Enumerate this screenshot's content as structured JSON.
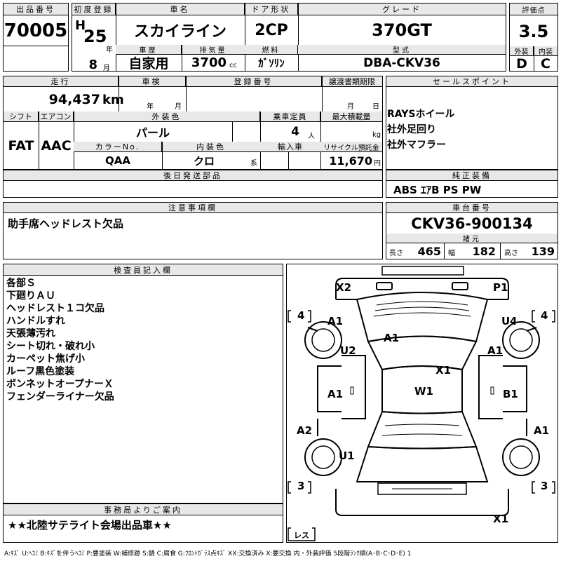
{
  "lot": {
    "label": "出品番号",
    "value": "70005"
  },
  "first_reg": {
    "label": "初度登録",
    "era": "H",
    "year": "25",
    "year_unit": "年",
    "month": "8",
    "month_unit": "月"
  },
  "car_name": {
    "label": "車名",
    "value": "スカイライン"
  },
  "door": {
    "label": "ドア形状",
    "value": "2CP"
  },
  "grade": {
    "label": "グレード",
    "value": "370GT"
  },
  "score": {
    "label": "評価点",
    "value": "3.5",
    "ext_label": "外装",
    "int_label": "内装",
    "ext": "D",
    "int": "C"
  },
  "history": {
    "label": "車歴",
    "value": "自家用"
  },
  "displacement": {
    "label": "排気量",
    "value": "3700",
    "unit": "cc"
  },
  "fuel": {
    "label": "燃料",
    "value": "ｶﾞｿﾘﾝ"
  },
  "model_type": {
    "label": "型式",
    "value": "DBA-CKV36"
  },
  "mileage": {
    "label": "走行",
    "value": "94,437",
    "unit": "km"
  },
  "inspection": {
    "label": "車検",
    "year_unit": "年",
    "month_unit": "月"
  },
  "reg_no": {
    "label": "登録番号"
  },
  "transfer_doc": {
    "label": "譲渡書類期限",
    "month_unit": "月",
    "day_unit": "日"
  },
  "sales_points": {
    "label": "セールスポイント",
    "items": [
      "RAYSホイール",
      "社外足回り",
      "社外マフラー"
    ]
  },
  "shift": {
    "label": "シフト",
    "value": "FAT"
  },
  "aircon": {
    "label": "エアコン",
    "value": "AAC"
  },
  "ext_color": {
    "label": "外装色",
    "value": "パール"
  },
  "capacity": {
    "label": "乗車定員",
    "value": "4",
    "unit": "人"
  },
  "max_load": {
    "label": "最大積載量",
    "unit": "kg"
  },
  "color_no": {
    "label": "カラーNo.",
    "value": "QAA"
  },
  "int_color": {
    "label": "内装色",
    "value": "クロ",
    "unit": "系"
  },
  "import": {
    "label": "輸入車"
  },
  "recycle": {
    "label": "リサイクル預託金",
    "value": "11,670",
    "unit": "円"
  },
  "later_parts": {
    "label": "後日発送部品"
  },
  "genuine": {
    "label": "純正装備",
    "value": "ABS ｴｱB PS PW"
  },
  "notes": {
    "label": "注意事項欄",
    "value": "助手席ヘッドレスト欠品"
  },
  "chassis": {
    "label": "車台番号",
    "value": "CKV36-900134"
  },
  "dims": {
    "label": "諸元",
    "length_label": "長さ",
    "length": "465",
    "width_label": "幅",
    "width": "182",
    "height_label": "高さ",
    "height": "139"
  },
  "inspector": {
    "label": "検査員記入欄",
    "items": [
      "各部Ｓ",
      "下廻りＡＵ",
      "ヘッドレスト１コ欠品",
      "ハンドルすれ",
      "天張薄汚れ",
      "シート切れ・破れ小",
      "カーペット焦げ小",
      "ルーフ黒色塗装",
      "ボンネットオープナーＸ",
      "フェンダーライナー欠品"
    ]
  },
  "office": {
    "label": "事務局よりご案内",
    "value": "★★北陸サテライト会場出品車★★"
  },
  "diagram": {
    "tread": {
      "fl": "4",
      "fr": "4",
      "rl": "3",
      "rr": "3"
    },
    "bottom_label": "レス",
    "marks": [
      "X2",
      "P1",
      "A1",
      "U4",
      "A1",
      "U2",
      "A1",
      "X1",
      "A1",
      "W1",
      "B1",
      "A2",
      "A1",
      "U1",
      "X1"
    ]
  },
  "legend": "A:ｷｽﾞ U:ﾍｺﾐ B:ｷｽﾞを伴うﾍｺﾐ P:要塗装 W:補修跡 S:錆 C:腐食 G:ﾌﾛﾝﾄｶﾞﾗｽ点ｷｽﾞ XX:交換済み X:要交換 内・外装評価 5段階ﾗﾝｸ順(A･B･C･D･E) 1"
}
